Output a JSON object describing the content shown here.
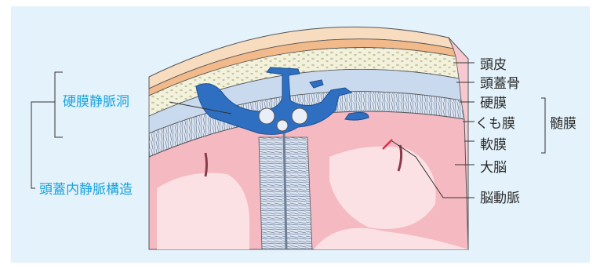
{
  "labels": {
    "scalp": "頭皮",
    "skull": "頭蓋骨",
    "dura": "硬膜",
    "arachnoid": "くも膜",
    "pia": "軟膜",
    "cerebrum": "大脳",
    "artery": "脳動脈",
    "meninges": "髄膜",
    "dural_sinus": "硬膜静脈洞",
    "intracranial_venous": "頭蓋内静脈構造"
  },
  "colors": {
    "background": "#e4f2fb",
    "scalp": "#f7dcc0",
    "skull_band": "#f2b98a",
    "bone": "#f3f1dc",
    "dura": "#c9d9ee",
    "vein": "#2f6fc1",
    "brain": "#f5b9c2",
    "brain_light": "#fbe1e4",
    "label_blue": "#1aa3dc"
  }
}
